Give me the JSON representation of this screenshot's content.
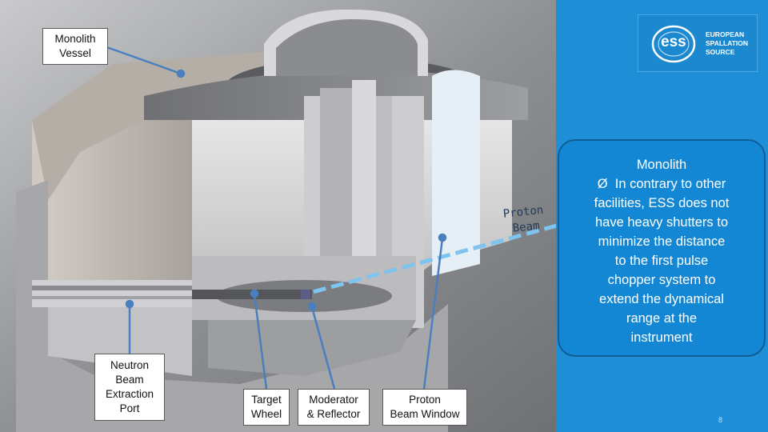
{
  "callouts": {
    "monolith_vessel": [
      "Monolith",
      "Vessel"
    ],
    "neutron_port": [
      "Neutron",
      "Beam",
      "Extraction",
      "Port"
    ],
    "target_wheel": [
      "Target",
      "Wheel"
    ],
    "moderator": [
      "Moderator",
      "& Reflector"
    ],
    "proton_window": [
      "Proton",
      "Beam Window"
    ]
  },
  "proton_beam_label": [
    "Proton",
    "Beam"
  ],
  "logo": {
    "line1": "EUROPEAN",
    "line2": "SPALLATION",
    "line3": "SOURCE",
    "mark": "ess"
  },
  "info": {
    "title": "Monolith",
    "bullet_symbol": "Ø",
    "bullet_first_line": "In contrary to other",
    "bullet_lines": [
      "facilities, ESS does not",
      "have heavy shutters to",
      "minimize the distance",
      "to the first pulse",
      "chopper system to",
      "extend the dynamical",
      "range at the",
      "instrument"
    ]
  },
  "page_number": "8",
  "colors": {
    "panel": "#1e8fd6",
    "leader": "#4a7fbf",
    "beam": "#7fc3ef"
  }
}
